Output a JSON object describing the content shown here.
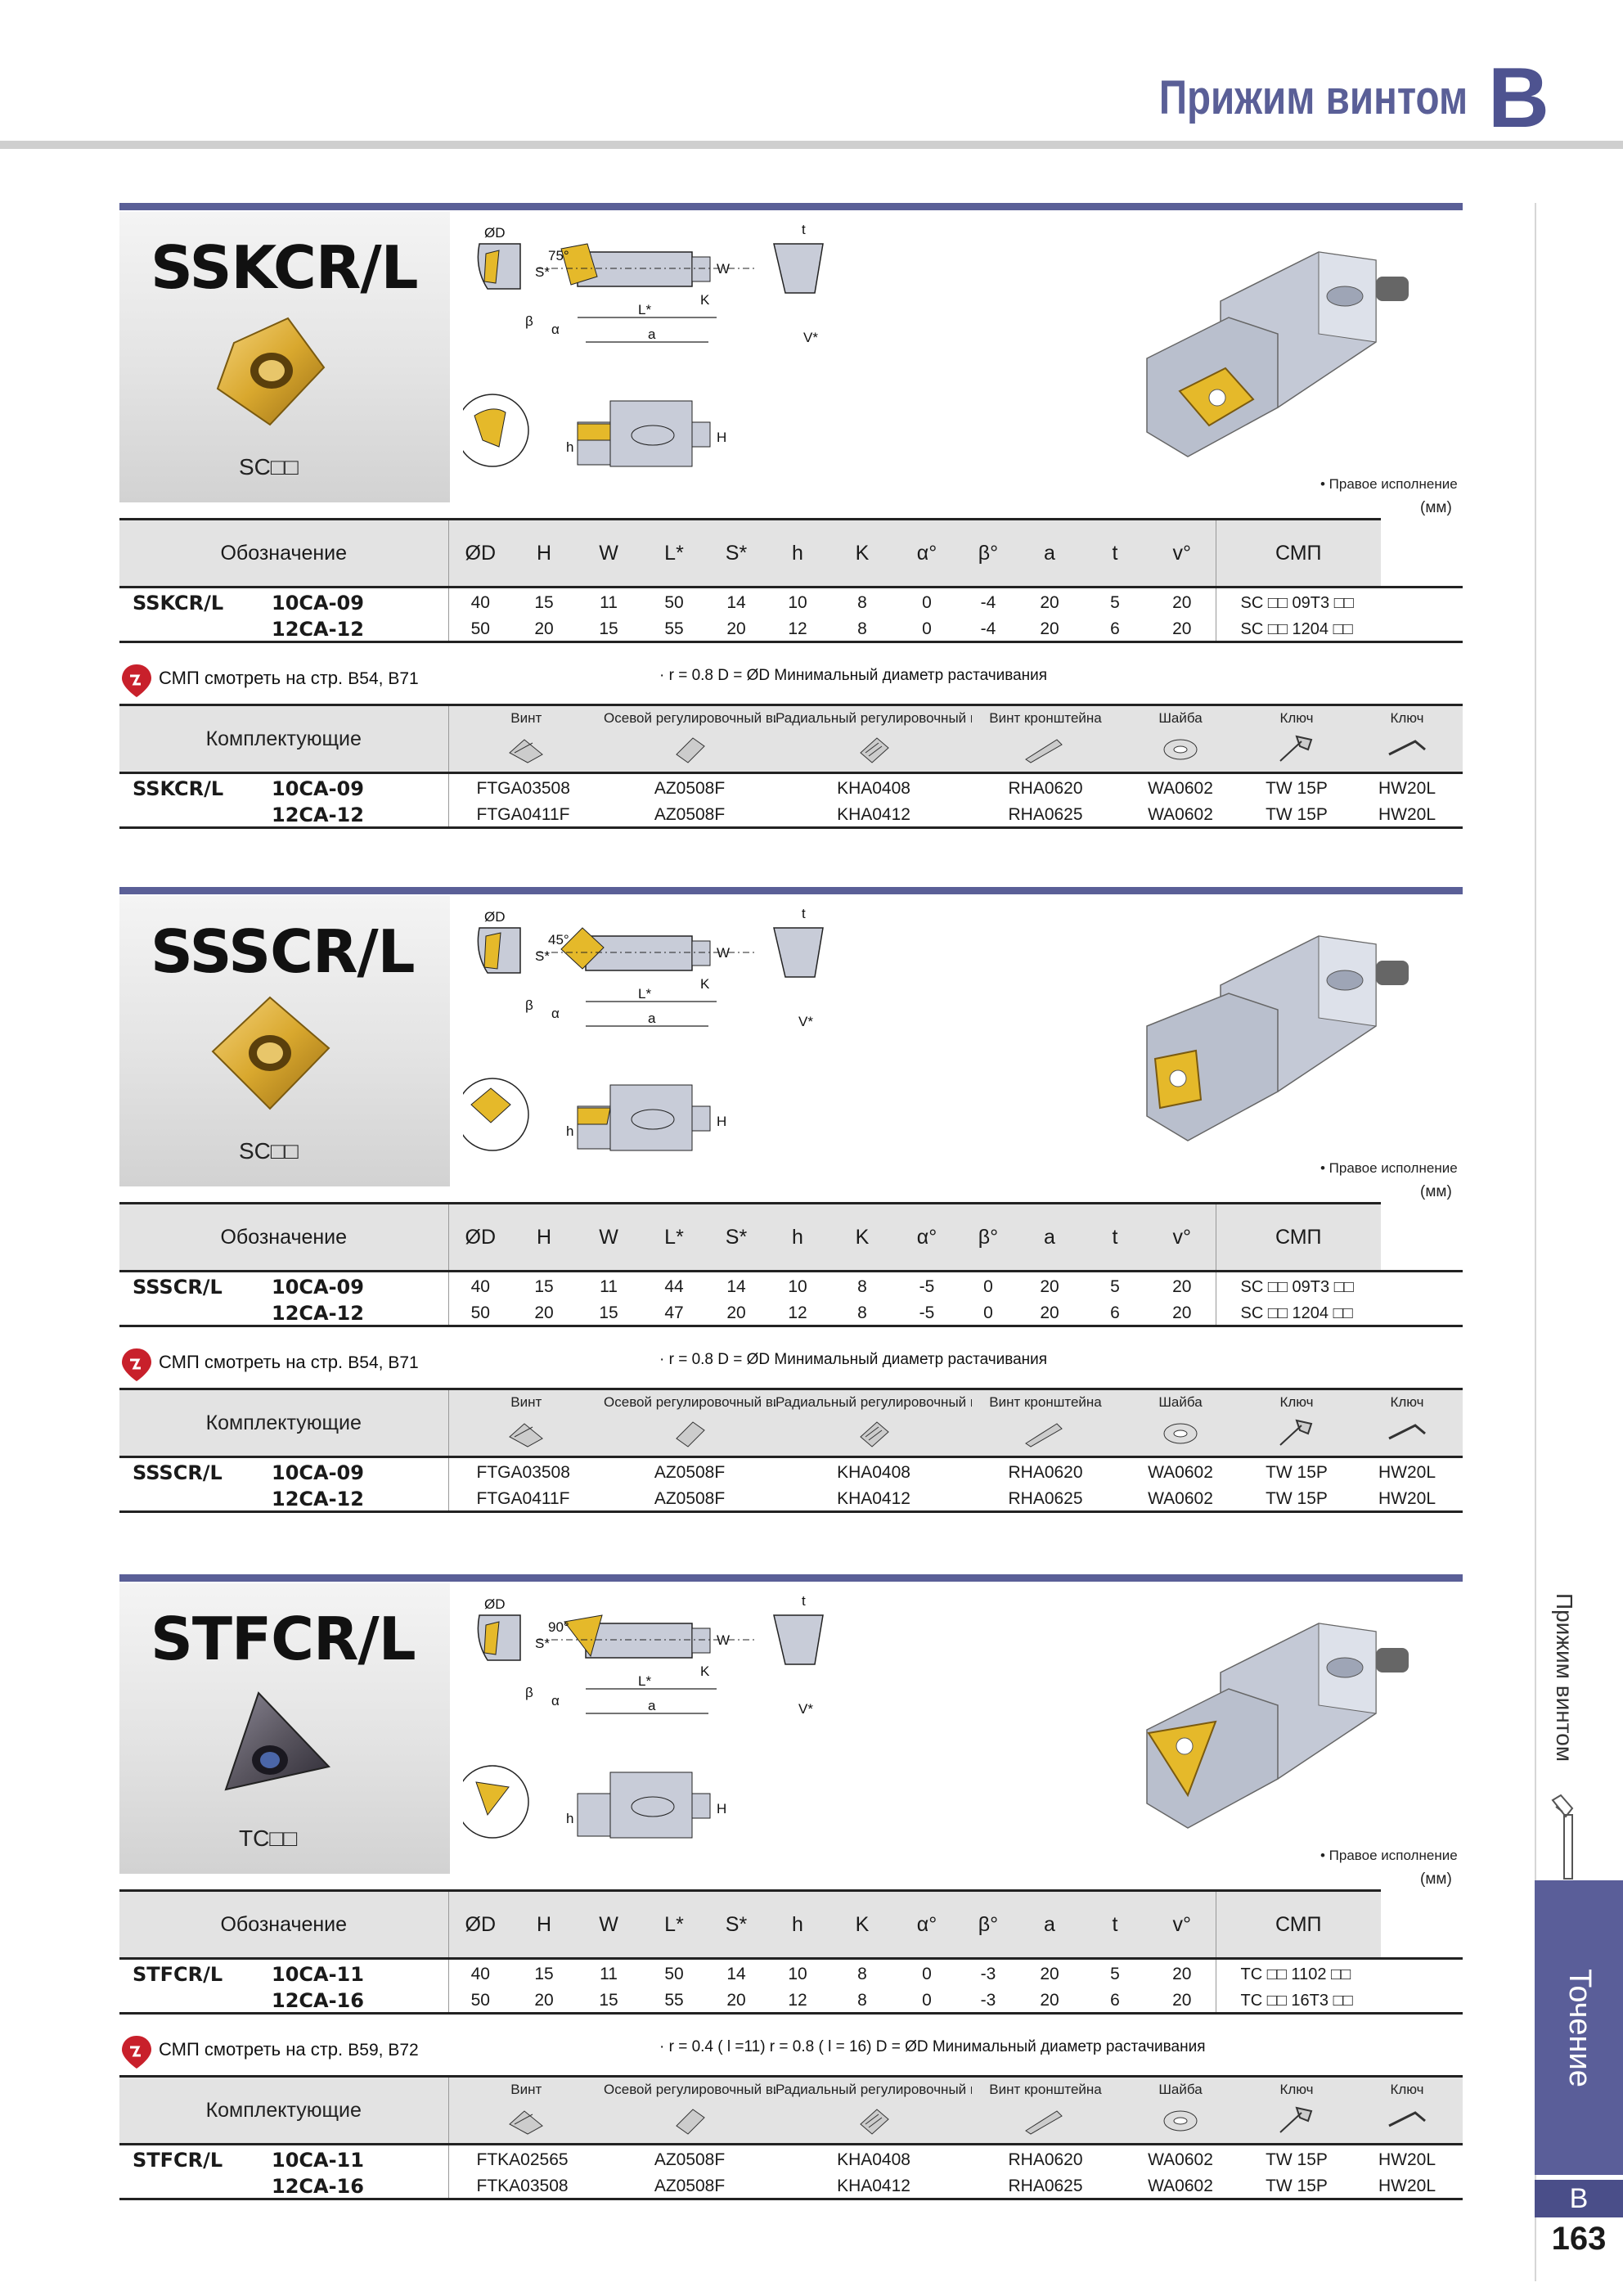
{
  "header": {
    "title": "Прижим винтом",
    "letter": "B"
  },
  "side": {
    "label": "Прижим винтом",
    "tab": "Точение",
    "tab_letter": "B"
  },
  "page_number": "163",
  "colors": {
    "accent": "#5a5f97",
    "tab": "#5a5e99",
    "insert_gold": "#d9a82e",
    "insert_dark": "#5a5660",
    "holder_gray": "#c4c9d6"
  },
  "sections": [
    {
      "model": "SSKCR/L",
      "insert_code": "SC□□",
      "angle": "75°",
      "insert_shape": "square-rotated",
      "note_right": "• Правое исполнение",
      "unit": "(мм)",
      "main_headers": [
        "Обозначение",
        "ØD",
        "H",
        "W",
        "L*",
        "S*",
        "h",
        "K",
        "α°",
        "β°",
        "a",
        "t",
        "v°",
        "СМП"
      ],
      "rows": [
        {
          "model": "SSKCR/L",
          "size": "10CA-09",
          "vals": [
            "40",
            "15",
            "11",
            "50",
            "14",
            "10",
            "8",
            "0",
            "-4",
            "20",
            "5",
            "20"
          ],
          "insert": "SC □□ 09T3 □□"
        },
        {
          "model": "",
          "size": "12CA-12",
          "vals": [
            "50",
            "20",
            "15",
            "55",
            "20",
            "12",
            "8",
            "0",
            "-4",
            "20",
            "6",
            "20"
          ],
          "insert": "SC □□ 1204 □□"
        }
      ],
      "see_text": "СМП смотреть на стр.",
      "see_ref": "B54, B71",
      "footnote": "· r = 0.8      D = ØD Минимальный диаметр растачивания",
      "parts_title": "Комплектующие",
      "parts_headers": [
        "Винт",
        "Осевой регулировочный винт",
        "Радиальный регулировочный винт",
        "Винт кронштейна",
        "Шайба",
        "Ключ",
        "Ключ"
      ],
      "parts_rows": [
        {
          "model": "SSKCR/L",
          "size": "10CA-09",
          "vals": [
            "FTGA03508",
            "AZ0508F",
            "KHA0408",
            "RHA0620",
            "WA0602",
            "TW 15P",
            "HW20L"
          ]
        },
        {
          "model": "",
          "size": "12CA-12",
          "vals": [
            "FTGA0411F",
            "AZ0508F",
            "KHA0412",
            "RHA0625",
            "WA0602",
            "TW 15P",
            "HW20L"
          ]
        }
      ]
    },
    {
      "model": "SSSCR/L",
      "insert_code": "SC□□",
      "angle": "45°",
      "insert_shape": "square-diamond",
      "note_right": "• Правое исполнение",
      "unit": "(мм)",
      "main_headers": [
        "Обозначение",
        "ØD",
        "H",
        "W",
        "L*",
        "S*",
        "h",
        "K",
        "α°",
        "β°",
        "a",
        "t",
        "v°",
        "СМП"
      ],
      "rows": [
        {
          "model": "SSSCR/L",
          "size": "10CA-09",
          "vals": [
            "40",
            "15",
            "11",
            "44",
            "14",
            "10",
            "8",
            "-5",
            "0",
            "20",
            "5",
            "20"
          ],
          "insert": "SC □□ 09T3 □□"
        },
        {
          "model": "",
          "size": "12CA-12",
          "vals": [
            "50",
            "20",
            "15",
            "47",
            "20",
            "12",
            "8",
            "-5",
            "0",
            "20",
            "6",
            "20"
          ],
          "insert": "SC □□ 1204 □□"
        }
      ],
      "see_text": "СМП смотреть на стр.",
      "see_ref": "B54, B71",
      "footnote": "· r = 0.8      D = ØD Минимальный диаметр растачивания",
      "parts_title": "Комплектующие",
      "parts_headers": [
        "Винт",
        "Осевой регулировочный винт",
        "Радиальный регулировочный винт",
        "Винт кронштейна",
        "Шайба",
        "Ключ",
        "Ключ"
      ],
      "parts_rows": [
        {
          "model": "SSSCR/L",
          "size": "10CA-09",
          "vals": [
            "FTGA03508",
            "AZ0508F",
            "KHA0408",
            "RHA0620",
            "WA0602",
            "TW 15P",
            "HW20L"
          ]
        },
        {
          "model": "",
          "size": "12CA-12",
          "vals": [
            "FTGA0411F",
            "AZ0508F",
            "KHA0412",
            "RHA0625",
            "WA0602",
            "TW 15P",
            "HW20L"
          ]
        }
      ]
    },
    {
      "model": "STFCR/L",
      "insert_code": "TC□□",
      "angle": "90°",
      "insert_shape": "triangle",
      "note_right": "• Правое исполнение",
      "unit": "(мм)",
      "main_headers": [
        "Обозначение",
        "ØD",
        "H",
        "W",
        "L*",
        "S*",
        "h",
        "K",
        "α°",
        "β°",
        "a",
        "t",
        "v°",
        "СМП"
      ],
      "rows": [
        {
          "model": "STFCR/L",
          "size": "10CA-11",
          "vals": [
            "40",
            "15",
            "11",
            "50",
            "14",
            "10",
            "8",
            "0",
            "-3",
            "20",
            "5",
            "20"
          ],
          "insert": "TC □□ 1102 □□"
        },
        {
          "model": "",
          "size": "12CA-16",
          "vals": [
            "50",
            "20",
            "15",
            "55",
            "20",
            "12",
            "8",
            "0",
            "-3",
            "20",
            "6",
            "20"
          ],
          "insert": "TC □□ 16T3 □□"
        }
      ],
      "see_text": "СМП смотреть на стр.",
      "see_ref": "B59, B72",
      "footnote": "· r = 0.4 ( l =11) r = 0.8 ( l = 16)     D =  ØD Минимальный диаметр растачивания",
      "parts_title": "Комплектующие",
      "parts_headers": [
        "Винт",
        "Осевой регулировочный винт",
        "Радиальный регулировочный винт",
        "Винт кронштейна",
        "Шайба",
        "Ключ",
        "Ключ"
      ],
      "parts_rows": [
        {
          "model": "STFCR/L",
          "size": "10CA-11",
          "vals": [
            "FTKA02565",
            "AZ0508F",
            "KHA0408",
            "RHA0620",
            "WA0602",
            "TW 15P",
            "HW20L"
          ]
        },
        {
          "model": "",
          "size": "12CA-16",
          "vals": [
            "FTKA03508",
            "AZ0508F",
            "KHA0412",
            "RHA0625",
            "WA0602",
            "TW 15P",
            "HW20L"
          ]
        }
      ]
    }
  ],
  "diagram_labels": {
    "od": "ØD",
    "s": "S*",
    "w": "W",
    "k": "K",
    "l": "L*",
    "a": "a",
    "t": "t",
    "v": "V*",
    "h": "h",
    "H": "H",
    "alpha": "α",
    "beta": "β"
  }
}
